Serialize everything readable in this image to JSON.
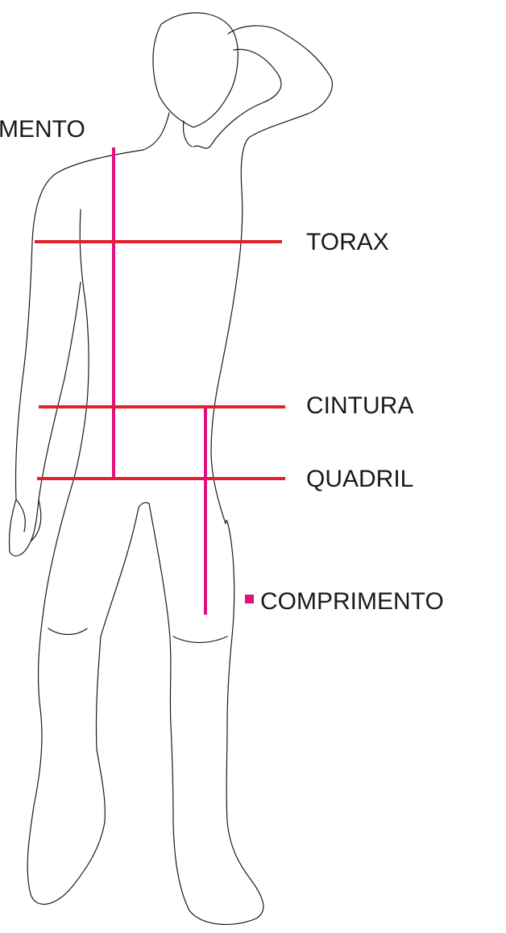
{
  "labels": {
    "torso_length": "MENTO",
    "chest": "TORAX",
    "waist": "CINTURA",
    "hip": "QUADRIL",
    "leg_length": "COMPRIMENTO"
  },
  "colors": {
    "width_lines": "#e3202a",
    "length_lines": "#e0107c",
    "outline": "#1a1a1a",
    "background": "#ffffff"
  }
}
